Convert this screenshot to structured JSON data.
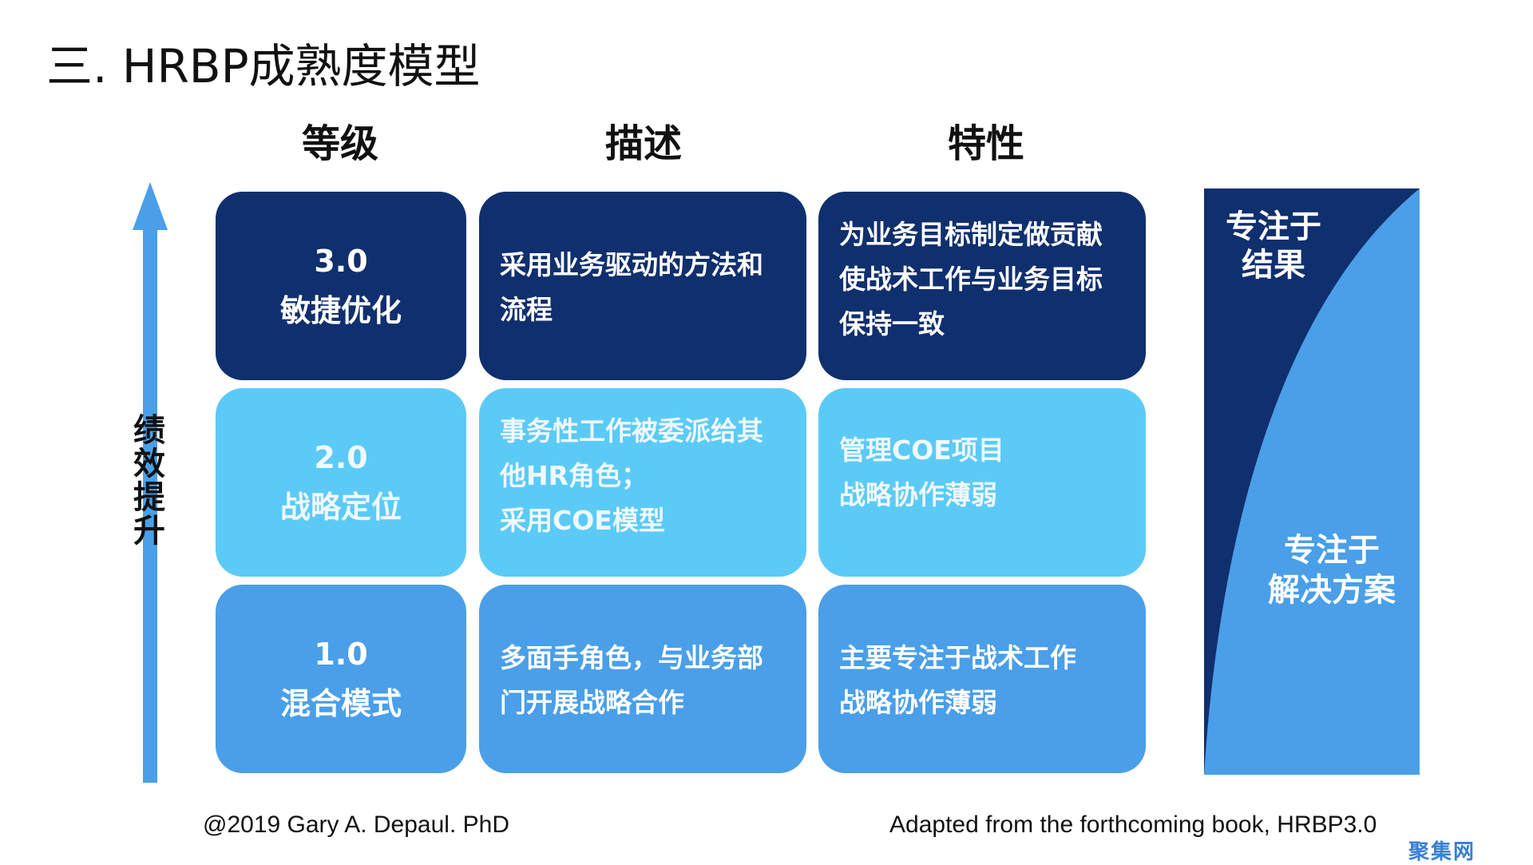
{
  "title": "三. HRBP成熟度模型",
  "columns": {
    "level": "等级",
    "description": "描述",
    "features": "特性"
  },
  "rows": [
    {
      "level_number": "3.0",
      "level_name": "敏捷优化",
      "description": [
        "采用业务驱动的方法和",
        "流程"
      ],
      "features": [
        "为业务目标制定做贡献",
        "使战术工作与业务目标",
        "保持一致"
      ],
      "color": "#102f6e"
    },
    {
      "level_number": "2.0",
      "level_name": "战略定位",
      "description": [
        "事务性工作被委派给其",
        "他HR角色；",
        "采用COE模型"
      ],
      "features": [
        "管理COE项目",
        "战略协作薄弱"
      ],
      "color": "#5ccaf7"
    },
    {
      "level_number": "1.0",
      "level_name": "混合模式",
      "description": [
        "多面手角色，与业务部",
        "门开展战略合作"
      ],
      "features": [
        "主要专注于战术工作",
        "战略协作薄弱"
      ],
      "color": "#4a9fe8"
    }
  ],
  "axis_label": [
    "绩",
    "效",
    "提",
    "升"
  ],
  "focus": {
    "top": [
      "专注于",
      "结果"
    ],
    "bottom": [
      "专注于",
      "解决方案"
    ]
  },
  "footer": {
    "left": "@2019 Gary A. Depaul. PhD",
    "right": "Adapted from the forthcoming book, HRBP3.0"
  },
  "watermark": "聚集网",
  "colors": {
    "dark_navy": "#102f6e",
    "light_blue": "#5ccaf7",
    "mid_blue": "#4a9fe8",
    "arrow_blue": "#4a9fe8"
  }
}
